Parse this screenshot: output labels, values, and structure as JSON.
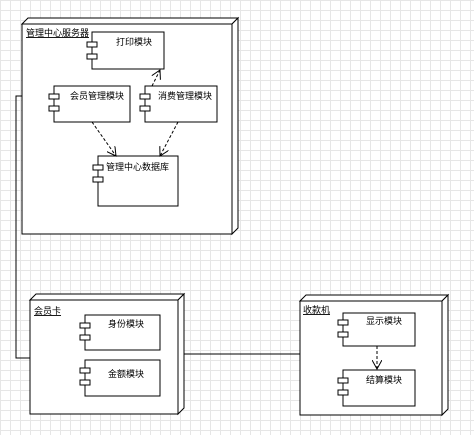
{
  "nodes": {
    "server": {
      "title": "管理中心服务器",
      "components": {
        "print": "打印模块",
        "member_mgmt": "会员管理模块",
        "consume_mgmt": "消费管理模块",
        "database": "管理中心数据库"
      }
    },
    "card": {
      "title": "会员卡",
      "components": {
        "identity": "身份模块",
        "amount": "金额模块"
      }
    },
    "register": {
      "title": "收款机",
      "components": {
        "display": "显示模块",
        "checkout": "结算模块"
      }
    }
  },
  "edges": [
    {
      "from": "consume_mgmt",
      "to": "print",
      "style": "dependency"
    },
    {
      "from": "member_mgmt",
      "to": "database",
      "style": "dependency"
    },
    {
      "from": "consume_mgmt",
      "to": "database",
      "style": "dependency"
    },
    {
      "from": "display",
      "to": "checkout",
      "style": "dependency"
    },
    {
      "from": "card",
      "to": "server",
      "style": "association"
    },
    {
      "from": "card",
      "to": "register",
      "style": "association"
    }
  ],
  "colors": {
    "line": "#000000",
    "node_fill": "#ffffff",
    "grid": "#e6e6e6"
  }
}
